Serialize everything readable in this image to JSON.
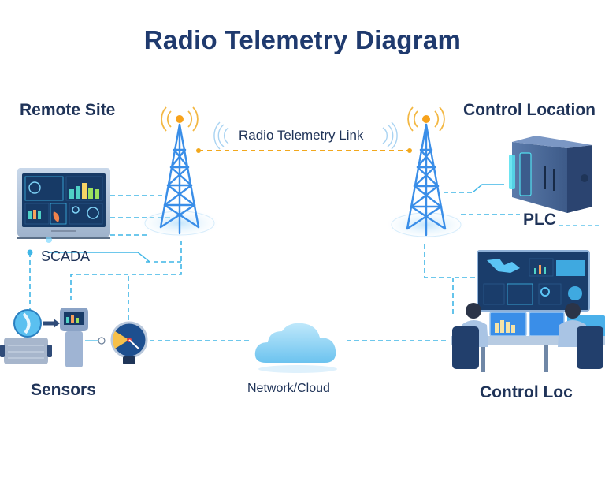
{
  "title": "Radio Telemetry Diagram",
  "labels": {
    "remote_site": "Remote Site",
    "control_location": "Control Location",
    "radio_link": "Radio Telemetry Link",
    "plc": "PLC",
    "scada": "SCADA",
    "sensors": "Sensors",
    "network_cloud": "Network/Cloud",
    "control_loc": "Control Loc"
  },
  "colors": {
    "title": "#1f3a6e",
    "text": "#1f3358",
    "tower": "#3a8ee8",
    "connector": "#3fb6e6",
    "radio_link": "#f2a81d",
    "signal": "#f3b844",
    "cloud": "#8fd3f6"
  },
  "nodes": [
    {
      "id": "remote-tower",
      "label": "Remote Site"
    },
    {
      "id": "control-tower",
      "label": "Control Location"
    },
    {
      "id": "scada-monitor",
      "label": "SCADA"
    },
    {
      "id": "plc-unit",
      "label": "PLC"
    },
    {
      "id": "sensors",
      "label": "Sensors"
    },
    {
      "id": "cloud",
      "label": "Network/Cloud"
    },
    {
      "id": "control-room",
      "label": "Control Loc"
    }
  ],
  "edges": [
    {
      "from": "remote-tower",
      "to": "control-tower",
      "label": "Radio Telemetry Link",
      "style": "dashed-orange"
    },
    {
      "from": "scada-monitor",
      "to": "remote-tower",
      "style": "dashed-blue"
    },
    {
      "from": "sensors",
      "to": "remote-tower",
      "style": "dashed-blue"
    },
    {
      "from": "sensors",
      "to": "cloud",
      "style": "dashed-blue"
    },
    {
      "from": "cloud",
      "to": "control-room",
      "style": "dashed-blue"
    },
    {
      "from": "control-tower",
      "to": "plc-unit",
      "style": "dashed-blue"
    },
    {
      "from": "control-tower",
      "to": "control-room",
      "style": "dashed-blue"
    }
  ]
}
